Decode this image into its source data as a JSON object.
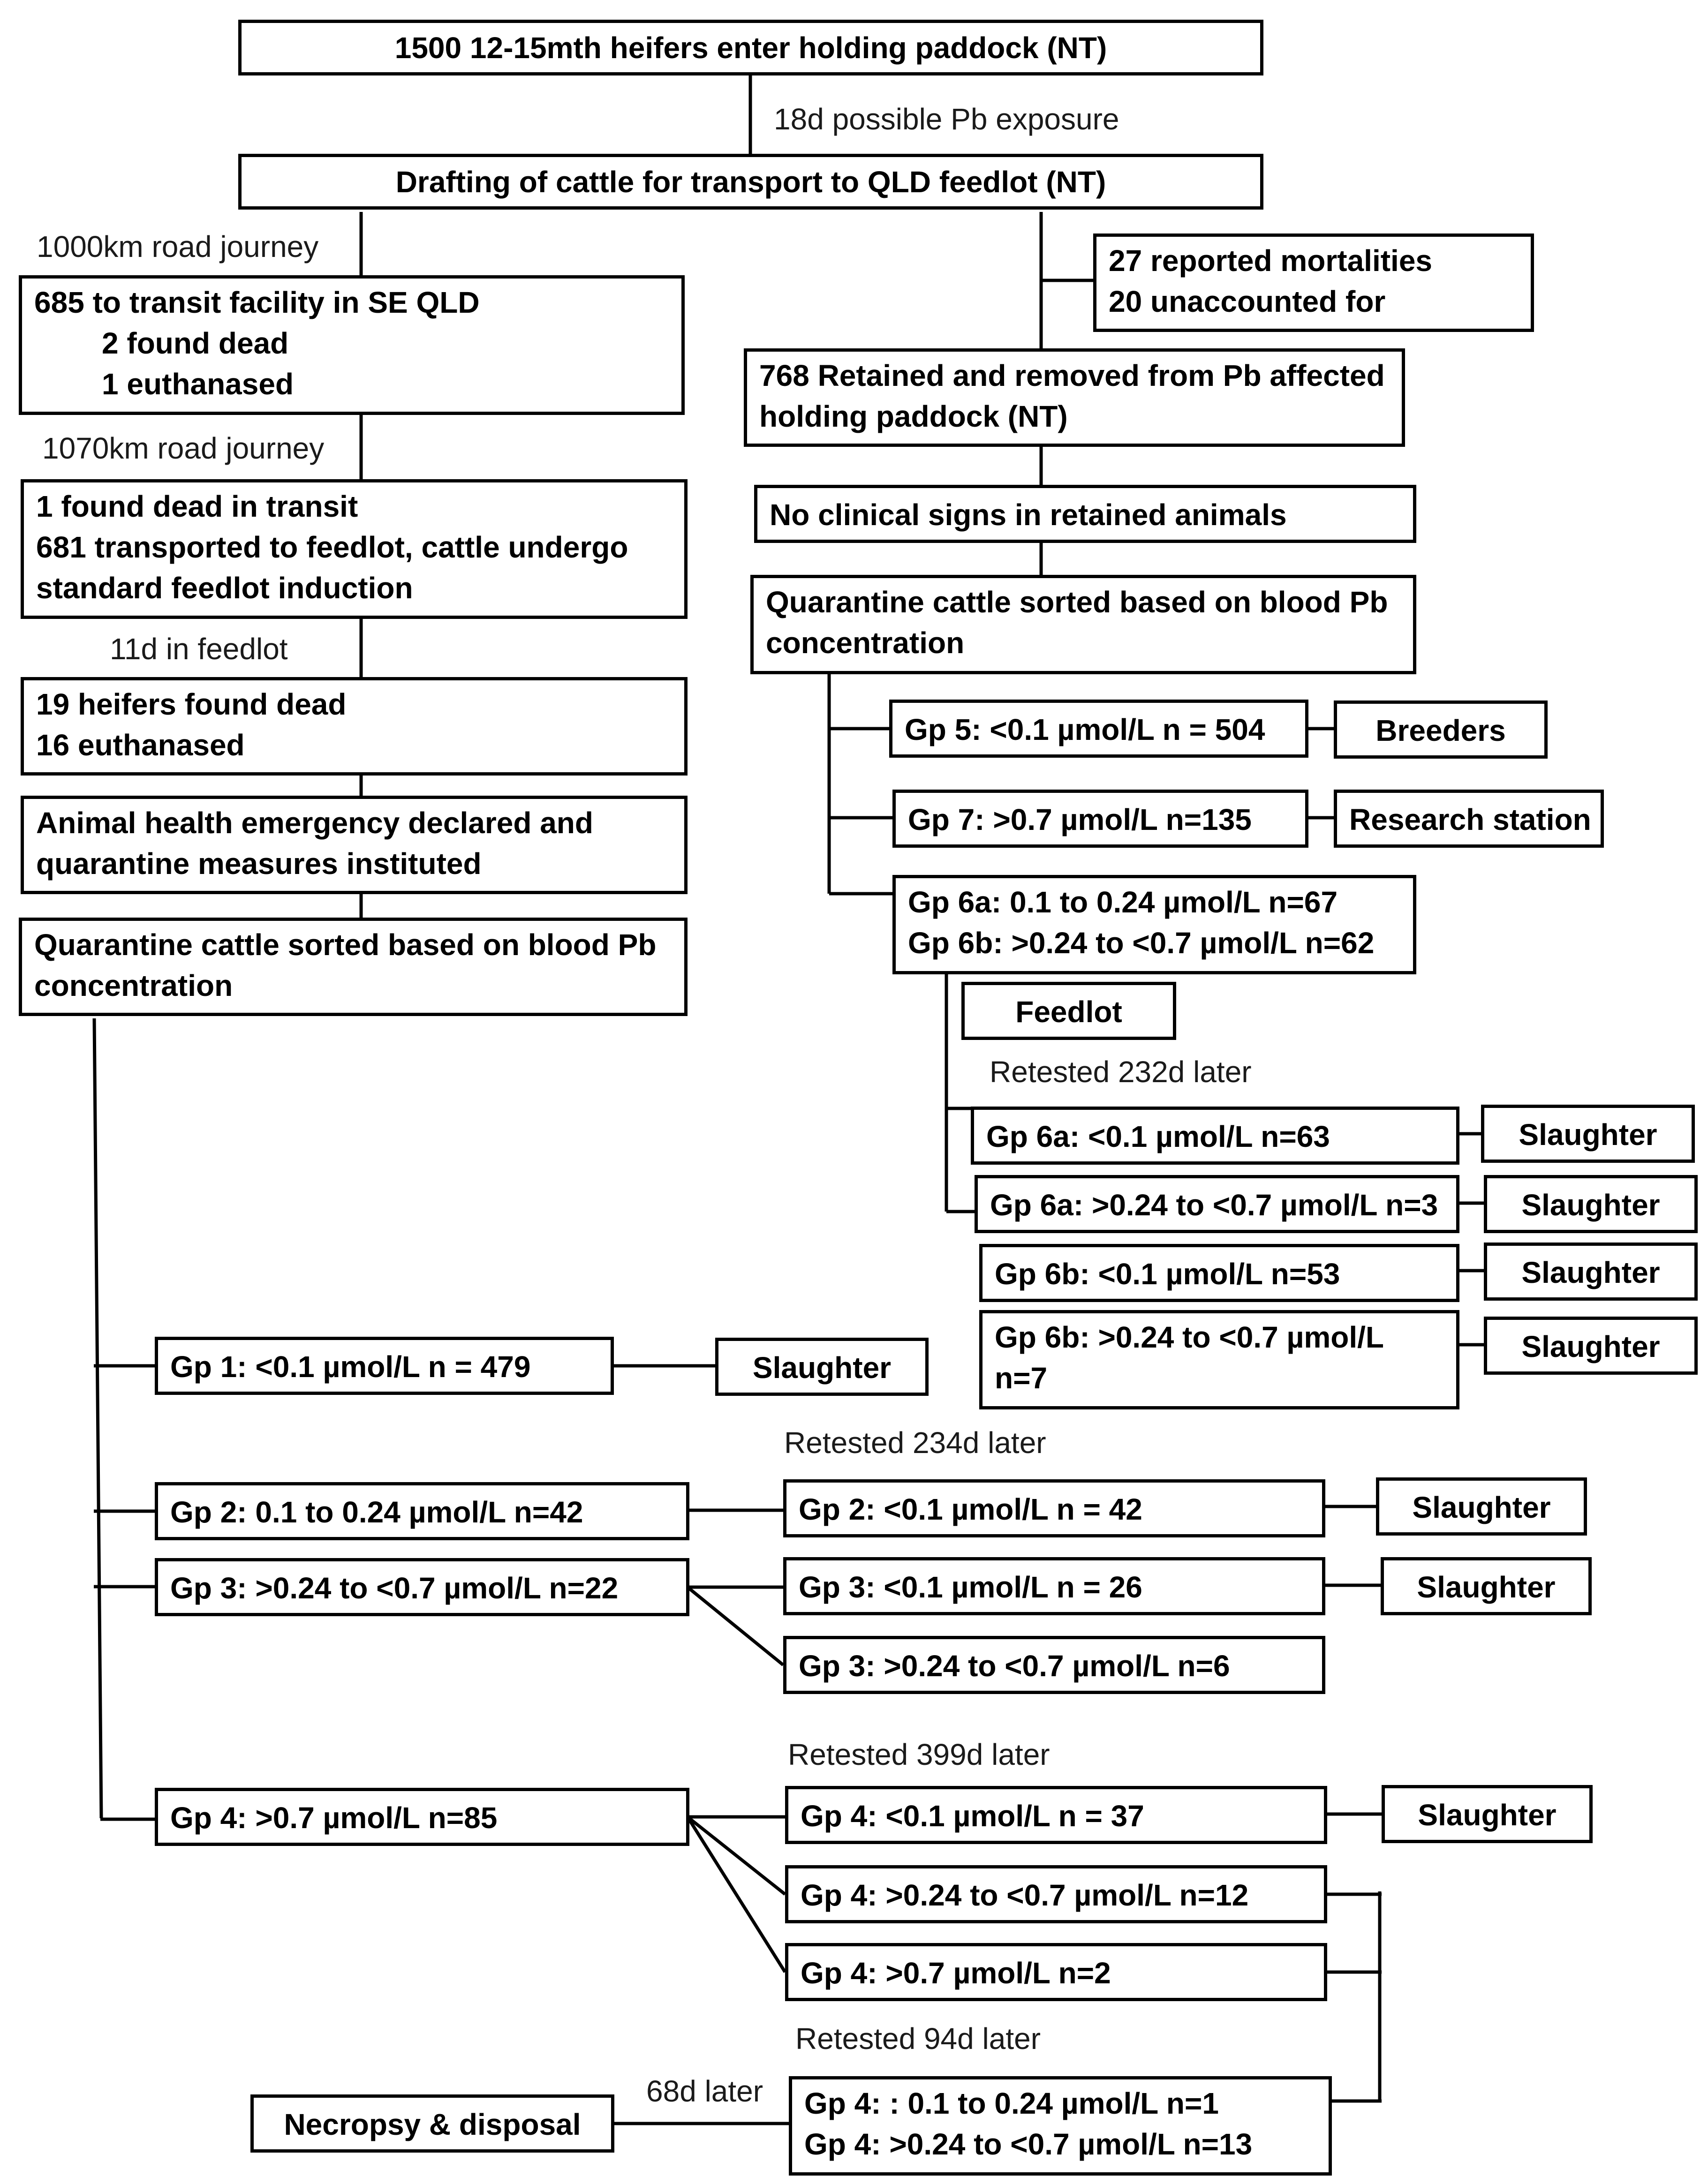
{
  "nodes": {
    "start": {
      "lines": [
        "1500 12-15mth heifers enter holding paddock (NT)"
      ]
    },
    "drafting": {
      "lines": [
        "Drafting of cattle for transport to QLD feedlot (NT)"
      ]
    },
    "transit": {
      "lines": [
        "685 to transit facility in SE QLD",
        "2 found dead",
        "1 euthanased"
      ]
    },
    "mortalities": {
      "lines": [
        "27 reported mortalities",
        "20 unaccounted for"
      ]
    },
    "retained": {
      "lines": [
        "768 Retained and removed from Pb affected",
        "holding paddock (NT)"
      ]
    },
    "transported": {
      "lines": [
        "1 found dead in transit",
        "681 transported to feedlot, cattle undergo",
        "standard feedlot induction"
      ]
    },
    "no_signs": {
      "lines": [
        "No clinical signs in retained animals"
      ]
    },
    "quarantine_right": {
      "lines": [
        "Quarantine cattle sorted based on blood Pb",
        "concentration"
      ]
    },
    "dead_feedlot": {
      "lines": [
        "19 heifers found dead",
        "16 euthanased"
      ]
    },
    "gp5": {
      "lines": [
        "Gp 5: <0.1 µmol/L n = 504"
      ]
    },
    "breeders": {
      "lines": [
        "Breeders"
      ]
    },
    "emergency": {
      "lines": [
        "Animal health emergency declared and",
        "quarantine measures instituted"
      ]
    },
    "gp7": {
      "lines": [
        "Gp 7: >0.7 µmol/L n=135"
      ]
    },
    "research": {
      "lines": [
        "Research station"
      ]
    },
    "gp6": {
      "lines": [
        "Gp 6a: 0.1 to 0.24 µmol/L n=67",
        "Gp 6b: >0.24 to <0.7 µmol/L n=62"
      ]
    },
    "quarantine_left": {
      "lines": [
        "Quarantine cattle sorted based on blood Pb",
        "concentration"
      ]
    },
    "feedlot": {
      "lines": [
        "Feedlot"
      ]
    },
    "gp6a_low": {
      "lines": [
        "Gp 6a: <0.1 µmol/L n=63"
      ]
    },
    "gp6a_mid": {
      "lines": [
        "Gp 6a: >0.24 to <0.7 µmol/L n=3"
      ]
    },
    "gp6b_low": {
      "lines": [
        "Gp 6b: <0.1 µmol/L n=53"
      ]
    },
    "gp6b_mid": {
      "lines": [
        "Gp 6b: >0.24 to <0.7 µmol/L",
        "n=7"
      ]
    },
    "gp1": {
      "lines": [
        "Gp 1: <0.1 µmol/L n = 479"
      ]
    },
    "gp2": {
      "lines": [
        "Gp 2: 0.1 to 0.24 µmol/L n=42"
      ]
    },
    "gp2_low": {
      "lines": [
        "Gp 2: <0.1 µmol/L n = 42"
      ]
    },
    "gp3": {
      "lines": [
        "Gp 3: >0.24 to <0.7 µmol/L n=22"
      ]
    },
    "gp3_low": {
      "lines": [
        "Gp 3: <0.1 µmol/L n = 26"
      ]
    },
    "gp3_mid": {
      "lines": [
        "Gp 3: >0.24 to <0.7 µmol/L n=6"
      ]
    },
    "gp4": {
      "lines": [
        "Gp 4: >0.7 µmol/L n=85"
      ]
    },
    "gp4_low": {
      "lines": [
        "Gp 4: <0.1 µmol/L n = 37"
      ]
    },
    "gp4_mid": {
      "lines": [
        "Gp 4: >0.24 to <0.7 µmol/L n=12"
      ]
    },
    "gp4_high": {
      "lines": [
        "Gp 4: >0.7 µmol/L n=2"
      ]
    },
    "gp4_final": {
      "lines": [
        "Gp 4: : 0.1 to 0.24 µmol/L n=1",
        "Gp 4: >0.24 to <0.7 µmol/L n=13"
      ]
    },
    "necropsy": {
      "lines": [
        "Necropsy & disposal"
      ]
    },
    "slaughter_1": {
      "lines": [
        "Slaughter"
      ]
    },
    "slaughter_2": {
      "lines": [
        "Slaughter"
      ]
    },
    "slaughter_3": {
      "lines": [
        "Slaughter"
      ]
    },
    "slaughter_4": {
      "lines": [
        "Slaughter"
      ]
    },
    "slaughter_5": {
      "lines": [
        "Slaughter"
      ]
    },
    "slaughter_6": {
      "lines": [
        "Slaughter"
      ]
    },
    "slaughter_7": {
      "lines": [
        "Slaughter"
      ]
    },
    "slaughter_8": {
      "lines": [
        "Slaughter"
      ]
    }
  },
  "labels": {
    "exposure": "18d possible Pb exposure",
    "road_1000": "1000km road journey",
    "road_1070": "1070km road journey",
    "feedlot_11d": "11d in feedlot",
    "retest_232": "Retested 232d later",
    "retest_234": "Retested 234d later",
    "retest_399": "Retested 399d later",
    "retest_94": "Retested 94d later",
    "later_68": "68d later"
  }
}
